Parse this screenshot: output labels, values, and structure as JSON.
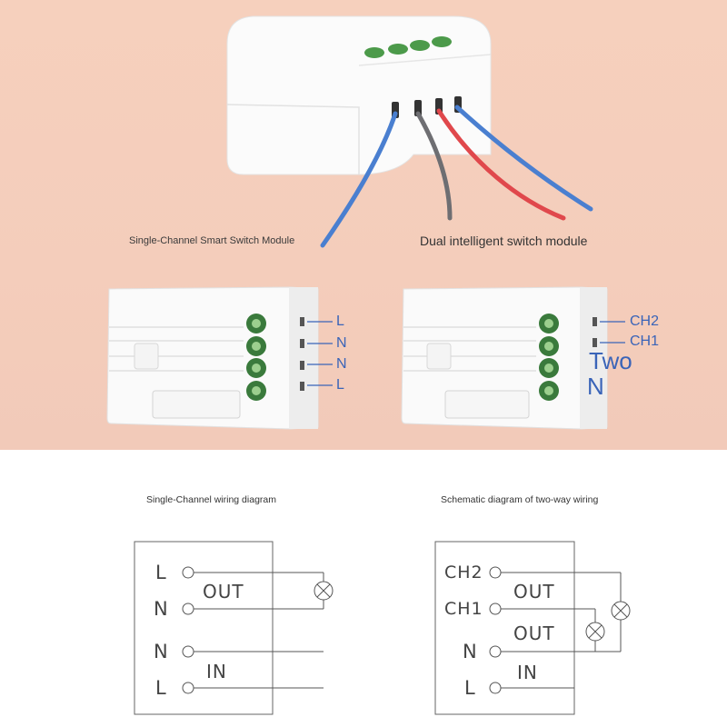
{
  "captions": {
    "single_module": "Single-Channel Smart Switch Module",
    "dual_module": "Dual intelligent switch module",
    "single_diagram": "Single-Channel wiring diagram",
    "dual_diagram": "Schematic diagram of two-way wiring"
  },
  "single_module": {
    "terminals": [
      "L",
      "N",
      "N",
      "L"
    ]
  },
  "dual_module": {
    "terminals": [
      "CH2",
      "CH1"
    ],
    "overlay_text": [
      "Two",
      "N"
    ]
  },
  "single_diagram": {
    "terminals": [
      "L",
      "N",
      "N",
      "L"
    ],
    "out_label": "OUT",
    "in_label": "IN"
  },
  "dual_diagram": {
    "terminals": [
      "CH2",
      "CH1",
      "N",
      "L"
    ],
    "out_label_1": "OUT",
    "out_label_2": "OUT",
    "in_label": "IN"
  },
  "colors": {
    "background_top": "#f4cdbb",
    "wire_blue": "#4a7fd0",
    "wire_red": "#e0484c",
    "wire_gray": "#6e6e72",
    "terminal_green": "#3a7a3c",
    "label_blue": "#3a64b8",
    "diagram_line": "#555555"
  }
}
